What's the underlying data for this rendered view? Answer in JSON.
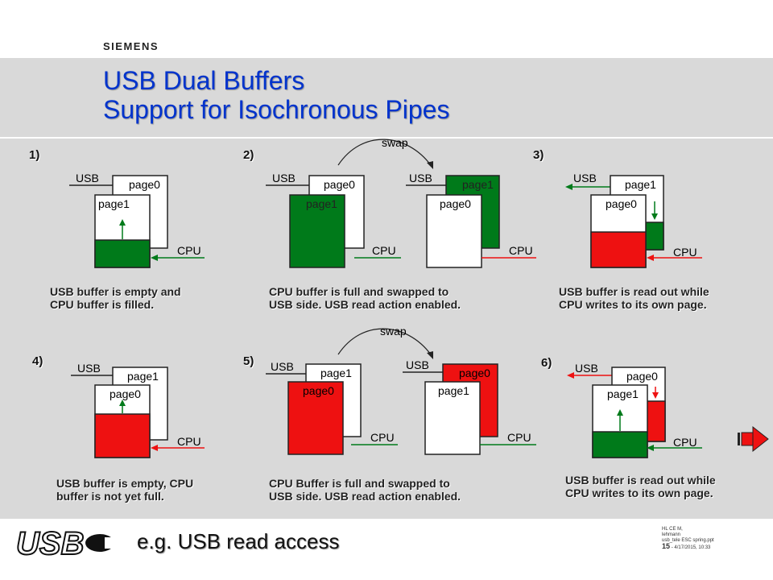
{
  "brand": "SIEMENS",
  "title": {
    "line1": "USB Dual Buffers",
    "line2": "Support for Isochronous Pipes"
  },
  "labels": {
    "usb": "USB",
    "cpu": "CPU",
    "swap": "swap"
  },
  "panels": [
    {
      "num": "1)",
      "caption1": "USB buffer is empty and",
      "caption2": "CPU buffer is filled.",
      "back": "page0",
      "front": "page1"
    },
    {
      "num": "2)",
      "caption1": "CPU buffer is full and swapped to",
      "caption2": "USB side. USB read action enabled.",
      "left_back": "page0",
      "left_front": "page1",
      "right_back": "page1",
      "right_front": "page0"
    },
    {
      "num": "3)",
      "caption1": "USB buffer is read out while",
      "caption2": "CPU writes to its own page.",
      "back": "page1",
      "front": "page0"
    },
    {
      "num": "4)",
      "caption1": "USB buffer is empty, CPU",
      "caption2": "buffer is not yet full.",
      "back": "page1",
      "front": "page0"
    },
    {
      "num": "5)",
      "caption1": "CPU Buffer is full and swapped to",
      "caption2": "USB side. USB read action enabled.",
      "left_back": "page1",
      "left_front": "page0",
      "right_back": "page0",
      "right_front": "page1"
    },
    {
      "num": "6)",
      "caption1": "USB buffer is read out while",
      "caption2": "CPU writes to its own page.",
      "back": "page0",
      "front": "page1"
    }
  ],
  "footer": {
    "example": "e.g. USB read access",
    "logo": "USB",
    "meta1": "HL CE M,",
    "meta2": "lehmann",
    "meta3": "usb_tele ESC spring.ppt",
    "page": "15",
    "date": "- 4/17/2015,   10:33"
  },
  "colors": {
    "title": "#0033cc",
    "green": "#007a1a",
    "red": "#ee1111",
    "usb_line": "#222222",
    "bg": "#d9d9d9"
  }
}
